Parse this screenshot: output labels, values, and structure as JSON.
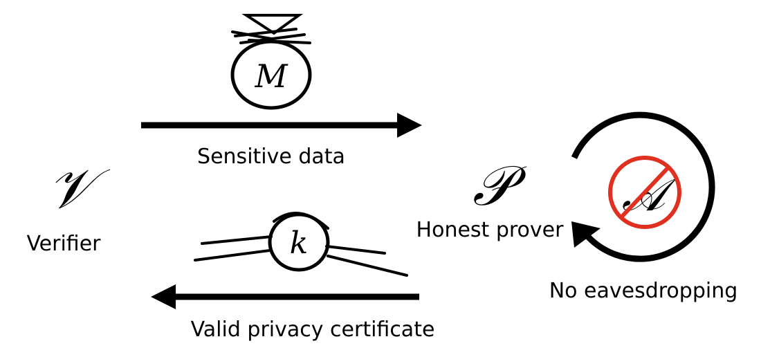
{
  "symbols": {
    "verifier": "𝒱",
    "prover": "𝒫",
    "adversary": "𝒜",
    "message": "M",
    "key": "k"
  },
  "labels": {
    "verifier": "Verifier",
    "prover": "Honest prover",
    "sensitive_data": "Sensitive data",
    "certificate": "Valid privacy certificate",
    "no_eavesdropping": "No eavesdropping"
  },
  "colors": {
    "ink": "#000000",
    "prohibition": "#e03020"
  }
}
